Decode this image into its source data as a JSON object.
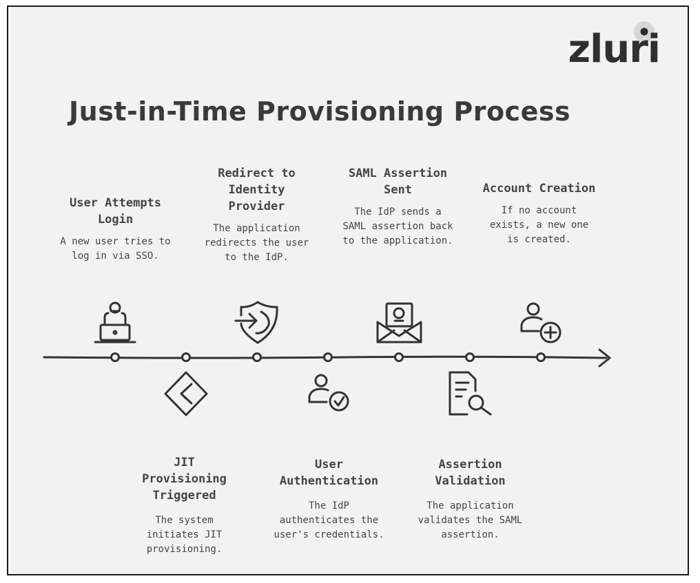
{
  "brand": {
    "logo_text": "zluri"
  },
  "title": "Just-in-Time Provisioning Process",
  "steps": [
    {
      "label": "User Attempts Login",
      "desc": "A new user tries to log in via SSO.",
      "icon": "user-laptop-icon"
    },
    {
      "label": "JIT Provisioning Triggered",
      "desc": "The system initiates JIT provisioning.",
      "icon": "jit-diamond-icon"
    },
    {
      "label": "Redirect to Identity Provider",
      "desc": "The application redirects the user to the IdP.",
      "icon": "shield-redirect-icon"
    },
    {
      "label": "User Authentication",
      "desc": "The IdP authenticates the user's credentials.",
      "icon": "user-check-icon"
    },
    {
      "label": "SAML Assertion Sent",
      "desc": "The IdP sends a SAML assertion back to the application.",
      "icon": "envelope-icon"
    },
    {
      "label": "Assertion Validation",
      "desc": "The application validates the SAML assertion.",
      "icon": "document-search-icon"
    },
    {
      "label": "Account Creation",
      "desc": "If no account exists, a new one is created.",
      "icon": "user-add-icon"
    }
  ]
}
